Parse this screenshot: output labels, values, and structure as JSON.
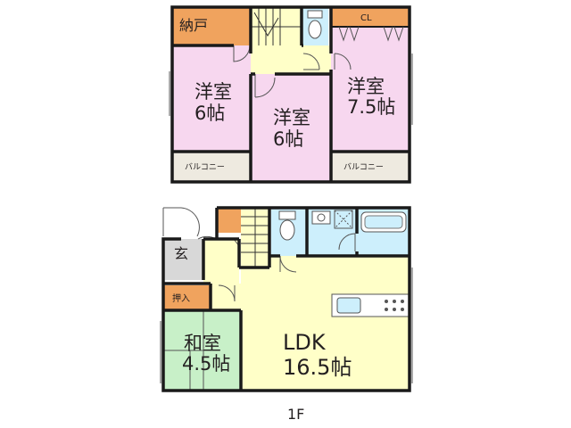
{
  "floor2": {
    "storage": "納戸",
    "closet": "CL",
    "room_left": {
      "name": "洋室",
      "size": "6帖"
    },
    "room_center": {
      "name": "洋室",
      "size": "6帖"
    },
    "room_right": {
      "name": "洋室",
      "size": "7.5帖"
    },
    "balcony_left": "バルコニー",
    "balcony_right": "バルコニー"
  },
  "floor1": {
    "entrance": "玄",
    "oshiire": "押入",
    "washitsu": {
      "name": "和室",
      "size": "4.5帖"
    },
    "ldk": {
      "name": "LDK",
      "size": "16.5帖"
    },
    "label": "1F"
  },
  "colors": {
    "storage": "#f0a35e",
    "bedroom": "#f7d7ef",
    "hall": "#ffffc8",
    "wet": "#cdeffc",
    "washitsu": "#c8f0c8",
    "balcony": "#eeeae0",
    "entry": "#d8d8d8",
    "ldk": "#ffffc8"
  }
}
